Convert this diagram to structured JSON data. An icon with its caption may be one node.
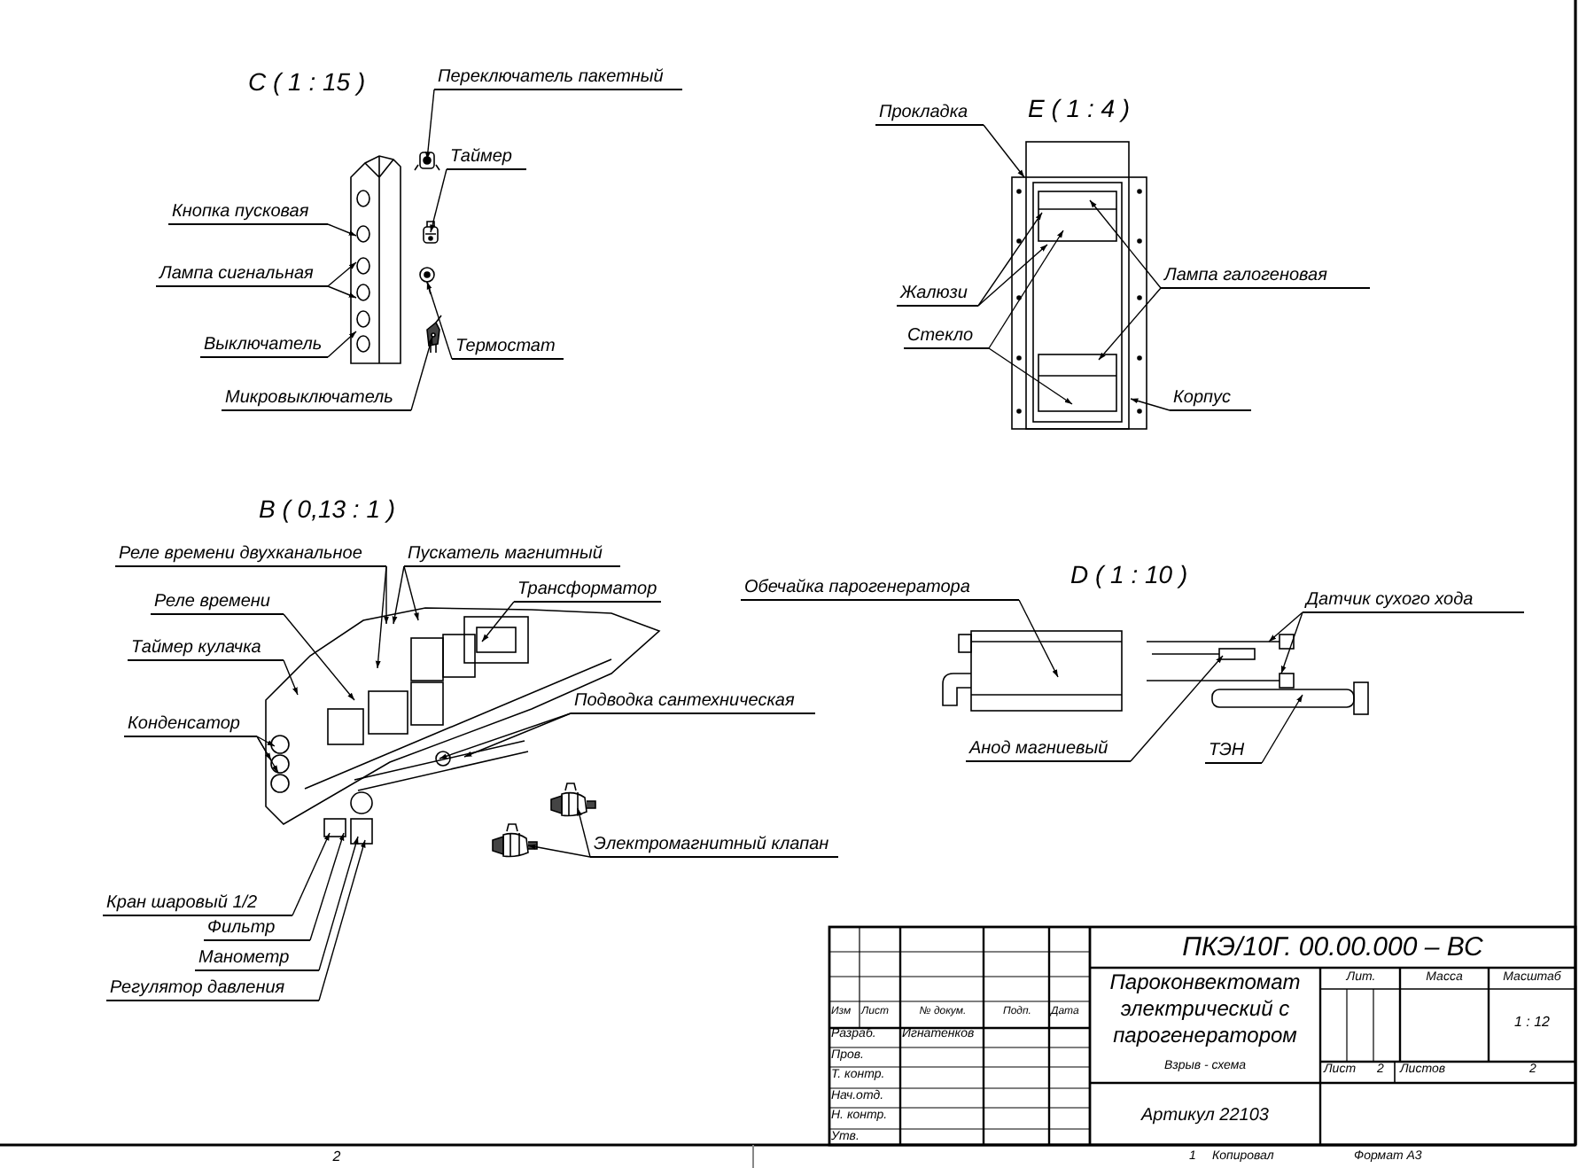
{
  "diagram": {
    "nodes": [
      {
        "text": [
          "Переключатель пакетный"
        ]
      },
      {
        "text": [
          "Таймер"
        ]
      },
      {
        "text": [
          "Кнопка пусковая"
        ]
      },
      {
        "text": [
          "Лампа сигнальная"
        ]
      },
      {
        "text": [
          "Выключатель"
        ]
      },
      {
        "text": [
          "Термостат"
        ]
      },
      {
        "text": [
          "Микровыключатель"
        ]
      },
      {
        "text": [
          "Прокладка"
        ]
      },
      {
        "text": [
          "Жалюзи"
        ]
      },
      {
        "text": [
          "Лампа галогеновая"
        ]
      },
      {
        "text": [
          "Стекло"
        ]
      },
      {
        "text": [
          "Корпус"
        ]
      },
      {
        "text": [
          "Реле времени двухканальное"
        ]
      },
      {
        "text": [
          "Пускатель магнитный"
        ]
      },
      {
        "text": [
          "Реле времени"
        ]
      },
      {
        "text": [
          "Трансформатор"
        ]
      },
      {
        "text": [
          "Таймер кулачка"
        ]
      },
      {
        "text": [
          "Обечайка парогенератора"
        ]
      },
      {
        "text": [
          "Датчик сухого хода"
        ]
      },
      {
        "text": [
          "Подводка сантехническая"
        ]
      },
      {
        "text": [
          "Конденсатор"
        ]
      },
      {
        "text": [
          "Анод магниевый"
        ]
      },
      {
        "text": [
          "ТЭН"
        ]
      },
      {
        "text": [
          "Электромагнитный клапан"
        ]
      },
      {
        "text": [
          "Кран шаровый 1/2"
        ]
      },
      {
        "text": [
          "Фильтр"
        ]
      },
      {
        "text": [
          "Манометр"
        ]
      },
      {
        "text": [
          "Регулятор давления"
        ]
      },
      {
        "text": [],
        "shape": "picture"
      },
      {
        "text": [],
        "shape": "picture"
      },
      {
        "text": [],
        "shape": "picture"
      },
      {
        "text": [],
        "shape": "picture"
      },
      {
        "text": [],
        "shape": "picture"
      },
      {
        "text": [],
        "shape": "picture"
      },
      {
        "text": [],
        "shape": "picture"
      },
      {
        "text": [],
        "shape": "picture"
      },
      {
        "text": [],
        "shape": "picture"
      },
      {
        "text": [],
        "shape": "picture"
      },
      {
        "text": [],
        "shape": "picture"
      }
    ],
    "edges": [
      {
        "from": 0,
        "to": 29,
        "arrow": "to"
      },
      {
        "from": 1,
        "to": 30,
        "arrow": "to"
      },
      {
        "from": 2,
        "to": 28,
        "arrow": "to"
      },
      {
        "from": 3,
        "to": 28,
        "arrow": "to"
      },
      {
        "from": 3,
        "to": 28,
        "arrow": "to"
      },
      {
        "from": 4,
        "to": 28,
        "arrow": "to"
      },
      {
        "from": 5,
        "to": 31,
        "arrow": "to"
      },
      {
        "from": 6,
        "to": 32,
        "arrow": "to"
      },
      {
        "from": 7,
        "to": 33,
        "arrow": "to"
      },
      {
        "from": 8,
        "to": 33,
        "arrow": "to"
      },
      {
        "from": 8,
        "to": 33,
        "arrow": "to"
      },
      {
        "from": 9,
        "to": 33,
        "arrow": "to"
      },
      {
        "from": 9,
        "to": 33,
        "arrow": "to"
      },
      {
        "from": 10,
        "to": 33,
        "arrow": "to"
      },
      {
        "from": 10,
        "to": 33,
        "arrow": "to"
      },
      {
        "from": 11,
        "to": 33,
        "arrow": "to"
      },
      {
        "from": 12,
        "to": 34,
        "arrow": "to"
      },
      {
        "from": 12,
        "to": 34,
        "arrow": "to"
      },
      {
        "from": 13,
        "to": 34,
        "arrow": "to"
      },
      {
        "from": 13,
        "to": 34,
        "arrow": "to"
      },
      {
        "from": 14,
        "to": 34,
        "arrow": "to"
      },
      {
        "from": 15,
        "to": 34,
        "arrow": "to"
      },
      {
        "from": 16,
        "to": 34,
        "arrow": "to"
      },
      {
        "from": 17,
        "to": 37,
        "arrow": "to"
      },
      {
        "from": 18,
        "to": 38,
        "arrow": "to"
      },
      {
        "from": 18,
        "to": 38,
        "arrow": "to"
      },
      {
        "from": 19,
        "to": 34,
        "arrow": "to"
      },
      {
        "from": 19,
        "to": 34,
        "arrow": "to"
      },
      {
        "from": 20,
        "to": 34,
        "arrow": "to"
      },
      {
        "from": 20,
        "to": 34,
        "arrow": "to"
      },
      {
        "from": 20,
        "to": 34,
        "arrow": "to"
      },
      {
        "from": 21,
        "to": 38,
        "arrow": "to"
      },
      {
        "from": 22,
        "to": 38,
        "arrow": "to"
      },
      {
        "from": 23,
        "to": 36,
        "arrow": "to"
      },
      {
        "from": 23,
        "to": 35,
        "arrow": "to"
      },
      {
        "from": 24,
        "to": 34,
        "arrow": "to"
      },
      {
        "from": 25,
        "to": 34,
        "arrow": "to"
      },
      {
        "from": 26,
        "to": 34,
        "arrow": "to"
      },
      {
        "from": 27,
        "to": 34,
        "arrow": "to"
      }
    ],
    "labels": [
      "C ( 1 : 15 )",
      "E ( 1 : 4 )",
      "B ( 0,13 : 1 )",
      "D ( 1 : 10 )",
      "ПКЭ/10Г. 00.00.000 – ВС",
      "Пароконвектомат электрический с парогенератором",
      "Взрыв - схема",
      "Лит.",
      "Масса",
      "Масштаб",
      "1 : 12",
      "Изм",
      "Лист",
      "№ докум.",
      "Подп.",
      "Дата",
      "Разраб.",
      "Игнатенков",
      "Пров.",
      "Т. контр.",
      "Нач.отд.",
      "Н. контр.",
      "Утв.",
      "Лист",
      "2",
      "Листов",
      "2",
      "Артикул 22103",
      "2",
      "1",
      "Копировал",
      "Формат А3"
    ]
  }
}
